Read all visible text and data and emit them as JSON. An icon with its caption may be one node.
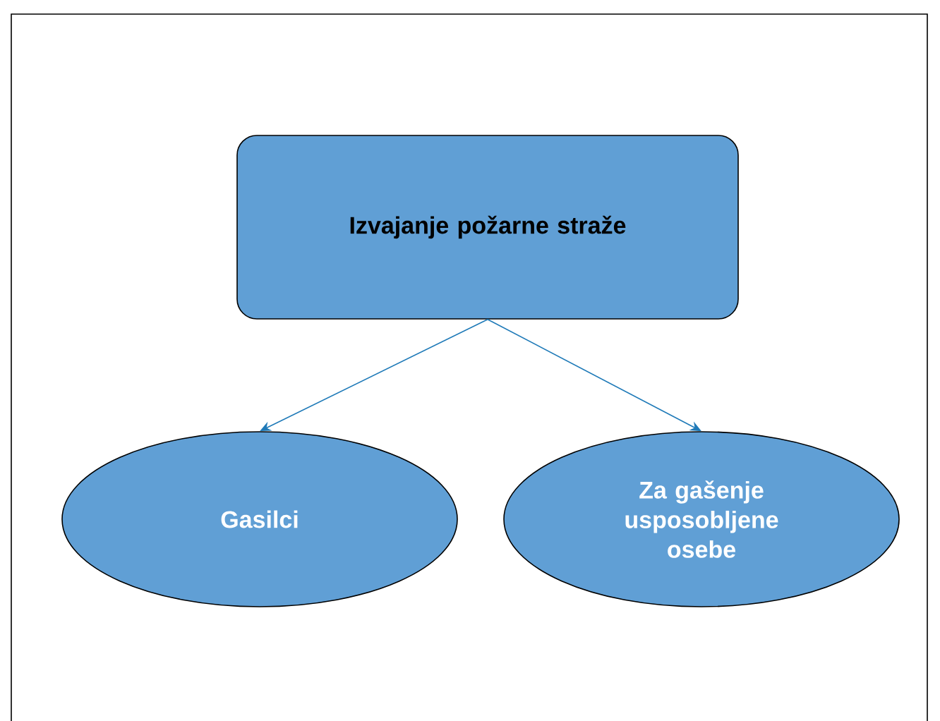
{
  "diagram": {
    "nodes": [
      {
        "text": [
          "Izvajanje požarne straže"
        ]
      },
      {
        "text": [
          "Gasilci"
        ]
      },
      {
        "text": [
          "Za gašenje usposobljene osebe"
        ]
      }
    ],
    "edges": [
      {
        "from": 0,
        "to": 1,
        "arrow": "to"
      },
      {
        "from": 0,
        "to": 2,
        "arrow": "to"
      }
    ]
  }
}
